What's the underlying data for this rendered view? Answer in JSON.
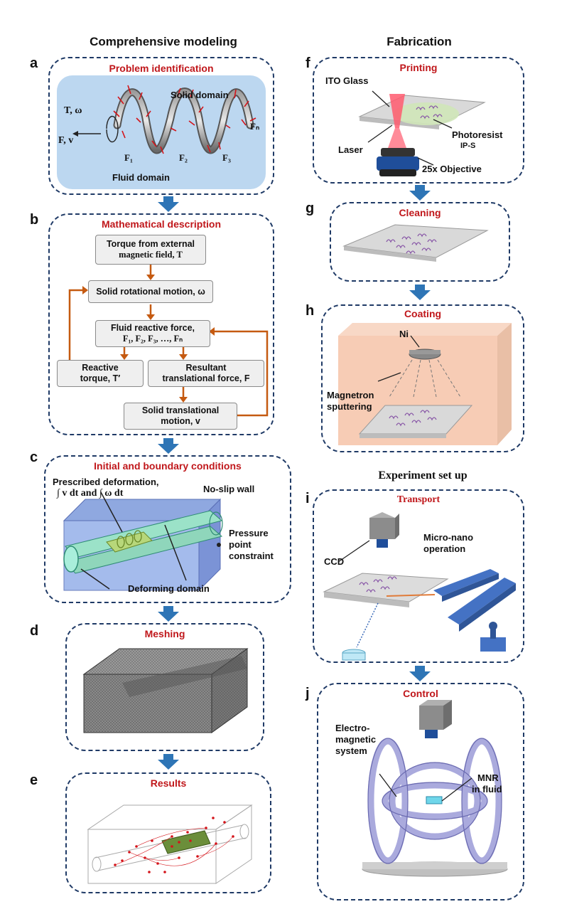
{
  "columns": {
    "left_title": "Comprehensive modeling",
    "right_title": "Fabrication",
    "experiment_title": "Experiment set up"
  },
  "panels": {
    "a": {
      "letter": "a",
      "title": "Problem identification",
      "labels": {
        "solid": "Solid domain",
        "fluid": "Fluid domain",
        "torque": "T, ω",
        "force": "F, v",
        "f1": "F₁",
        "f2": "F₂",
        "f3": "F₃",
        "fn": "Fₙ"
      }
    },
    "b": {
      "letter": "b",
      "title": "Mathematical description",
      "boxes": {
        "torque_l1": "Torque from external",
        "torque_l2": "magnetic field, T",
        "rot": "Solid rotational motion, ω",
        "fluid_l1": "Fluid reactive force,",
        "fluid_l2": "F₁, F₂, F₃, …, Fₙ",
        "reactive_l1": "Reactive",
        "reactive_l2": "torque, T′",
        "resultant_l1": "Resultant",
        "resultant_l2": "translational force, F",
        "trans_l1": "Solid translational",
        "trans_l2": "motion, v"
      }
    },
    "c": {
      "letter": "c",
      "title": "Initial and boundary conditions",
      "labels": {
        "prescribed_l1": "Prescribed deformation,",
        "prescribed_l2": "∫ v dt and ∫ ω dt",
        "noslip": "No-slip wall",
        "pressure_l1": "Pressure",
        "pressure_l2": "point",
        "pressure_l3": "constraint",
        "deforming": "Deforming domain"
      }
    },
    "d": {
      "letter": "d",
      "title": "Meshing"
    },
    "e": {
      "letter": "e",
      "title": "Results"
    },
    "f": {
      "letter": "f",
      "title": "Printing",
      "labels": {
        "ito": "ITO Glass",
        "photoresist": "Photoresist",
        "ips": "IP-S",
        "laser": "Laser",
        "objective": "25x Objective"
      }
    },
    "g": {
      "letter": "g",
      "title": "Cleaning"
    },
    "h": {
      "letter": "h",
      "title": "Coating",
      "labels": {
        "ni": "Ni",
        "magnetron_l1": "Magnetron",
        "magnetron_l2": "sputtering"
      }
    },
    "i": {
      "letter": "i",
      "title": "Transport",
      "labels": {
        "ccd": "CCD",
        "micro_l1": "Micro-nano",
        "micro_l2": "operation"
      }
    },
    "j": {
      "letter": "j",
      "title": "Control",
      "labels": {
        "em_l1": "Electro-",
        "em_l2": "magnetic",
        "em_l3": "system",
        "mnr_l1": "MNR",
        "mnr_l2": "in fluid"
      }
    }
  },
  "colors": {
    "border": "#1f3a66",
    "title_red": "#c0171b",
    "arrow_blue": "#2e75b6",
    "flow_orange": "#c55a11",
    "fluid_bg": "#bcd7f0",
    "box_bg": "#efefef"
  }
}
